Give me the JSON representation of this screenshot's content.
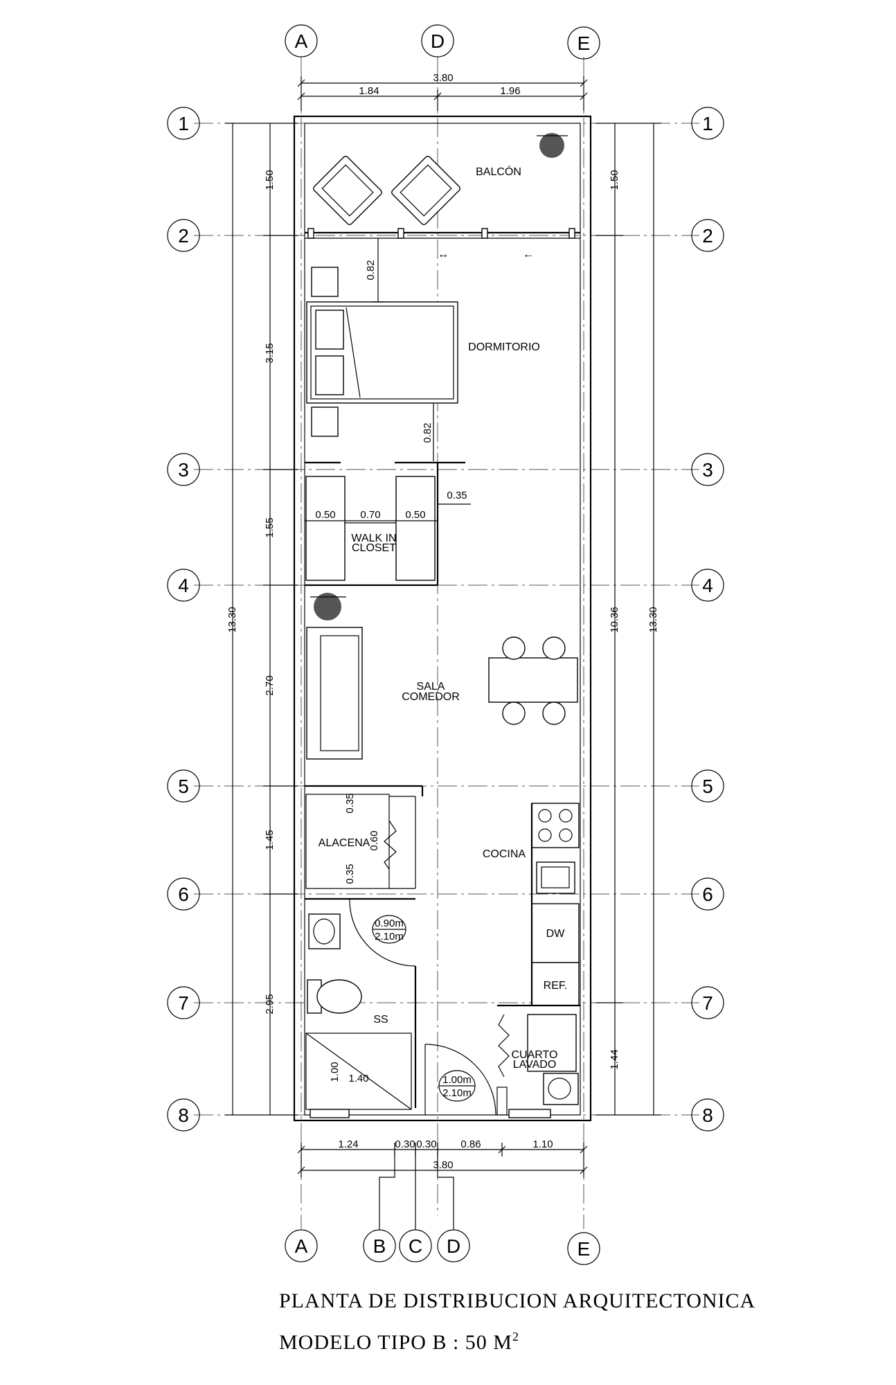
{
  "axes": {
    "top": [
      "A",
      "D",
      "E"
    ],
    "bottom": [
      "A",
      "B",
      "C",
      "D",
      "E"
    ],
    "left": [
      "1",
      "2",
      "3",
      "4",
      "5",
      "6",
      "7",
      "8"
    ],
    "right": [
      "1",
      "2",
      "3",
      "4",
      "5",
      "6",
      "7",
      "8"
    ]
  },
  "dimensions": {
    "top_total": "3.80",
    "top_left": "1.84",
    "top_right": "1.96",
    "left_segments": [
      "1.50",
      "3.15",
      "1.55",
      "2.70",
      "1.45",
      "2.95"
    ],
    "left_total": "13.30",
    "right_segment_top": "1.50",
    "right_mid": "10.36",
    "right_bottom": "1.44",
    "right_total": "13.30",
    "bottom_segments": [
      "1.24",
      "0.30",
      "0.30",
      "0.86",
      "1.10"
    ],
    "bottom_total": "3.80",
    "bed_gap_top": "0.82",
    "bed_gap_bottom": "0.82",
    "closet_widths": [
      "0.50",
      "0.70",
      "0.50"
    ],
    "closet_side": "0.35",
    "alacena_top": "0.35",
    "alacena_mid": "0.60",
    "alacena_bottom": "0.35",
    "shower_h": "1.00",
    "shower_w": "1.40"
  },
  "rooms": {
    "balcon": "BALCÓN",
    "dormitorio": "DORMITORIO",
    "walkin_1": "WALK IN",
    "walkin_2": "CLOSET",
    "sala_1": "SALA",
    "sala_2": "COMEDOR",
    "alacena": "ALACENA",
    "cocina": "COCINA",
    "dw": "DW",
    "ref": "REF.",
    "ss": "SS",
    "cuarto_1": "CUARTO",
    "cuarto_2": "LAVADO"
  },
  "doors": {
    "ss_w": "0.90m",
    "ss_h": "2.10m",
    "main_w": "1.00m",
    "main_h": "2.10m"
  },
  "title": {
    "line1": "PLANTA DE DISTRIBUCION ARQUITECTONICA",
    "line2": "MODELO TIPO B : 50 M",
    "sup": "2"
  }
}
